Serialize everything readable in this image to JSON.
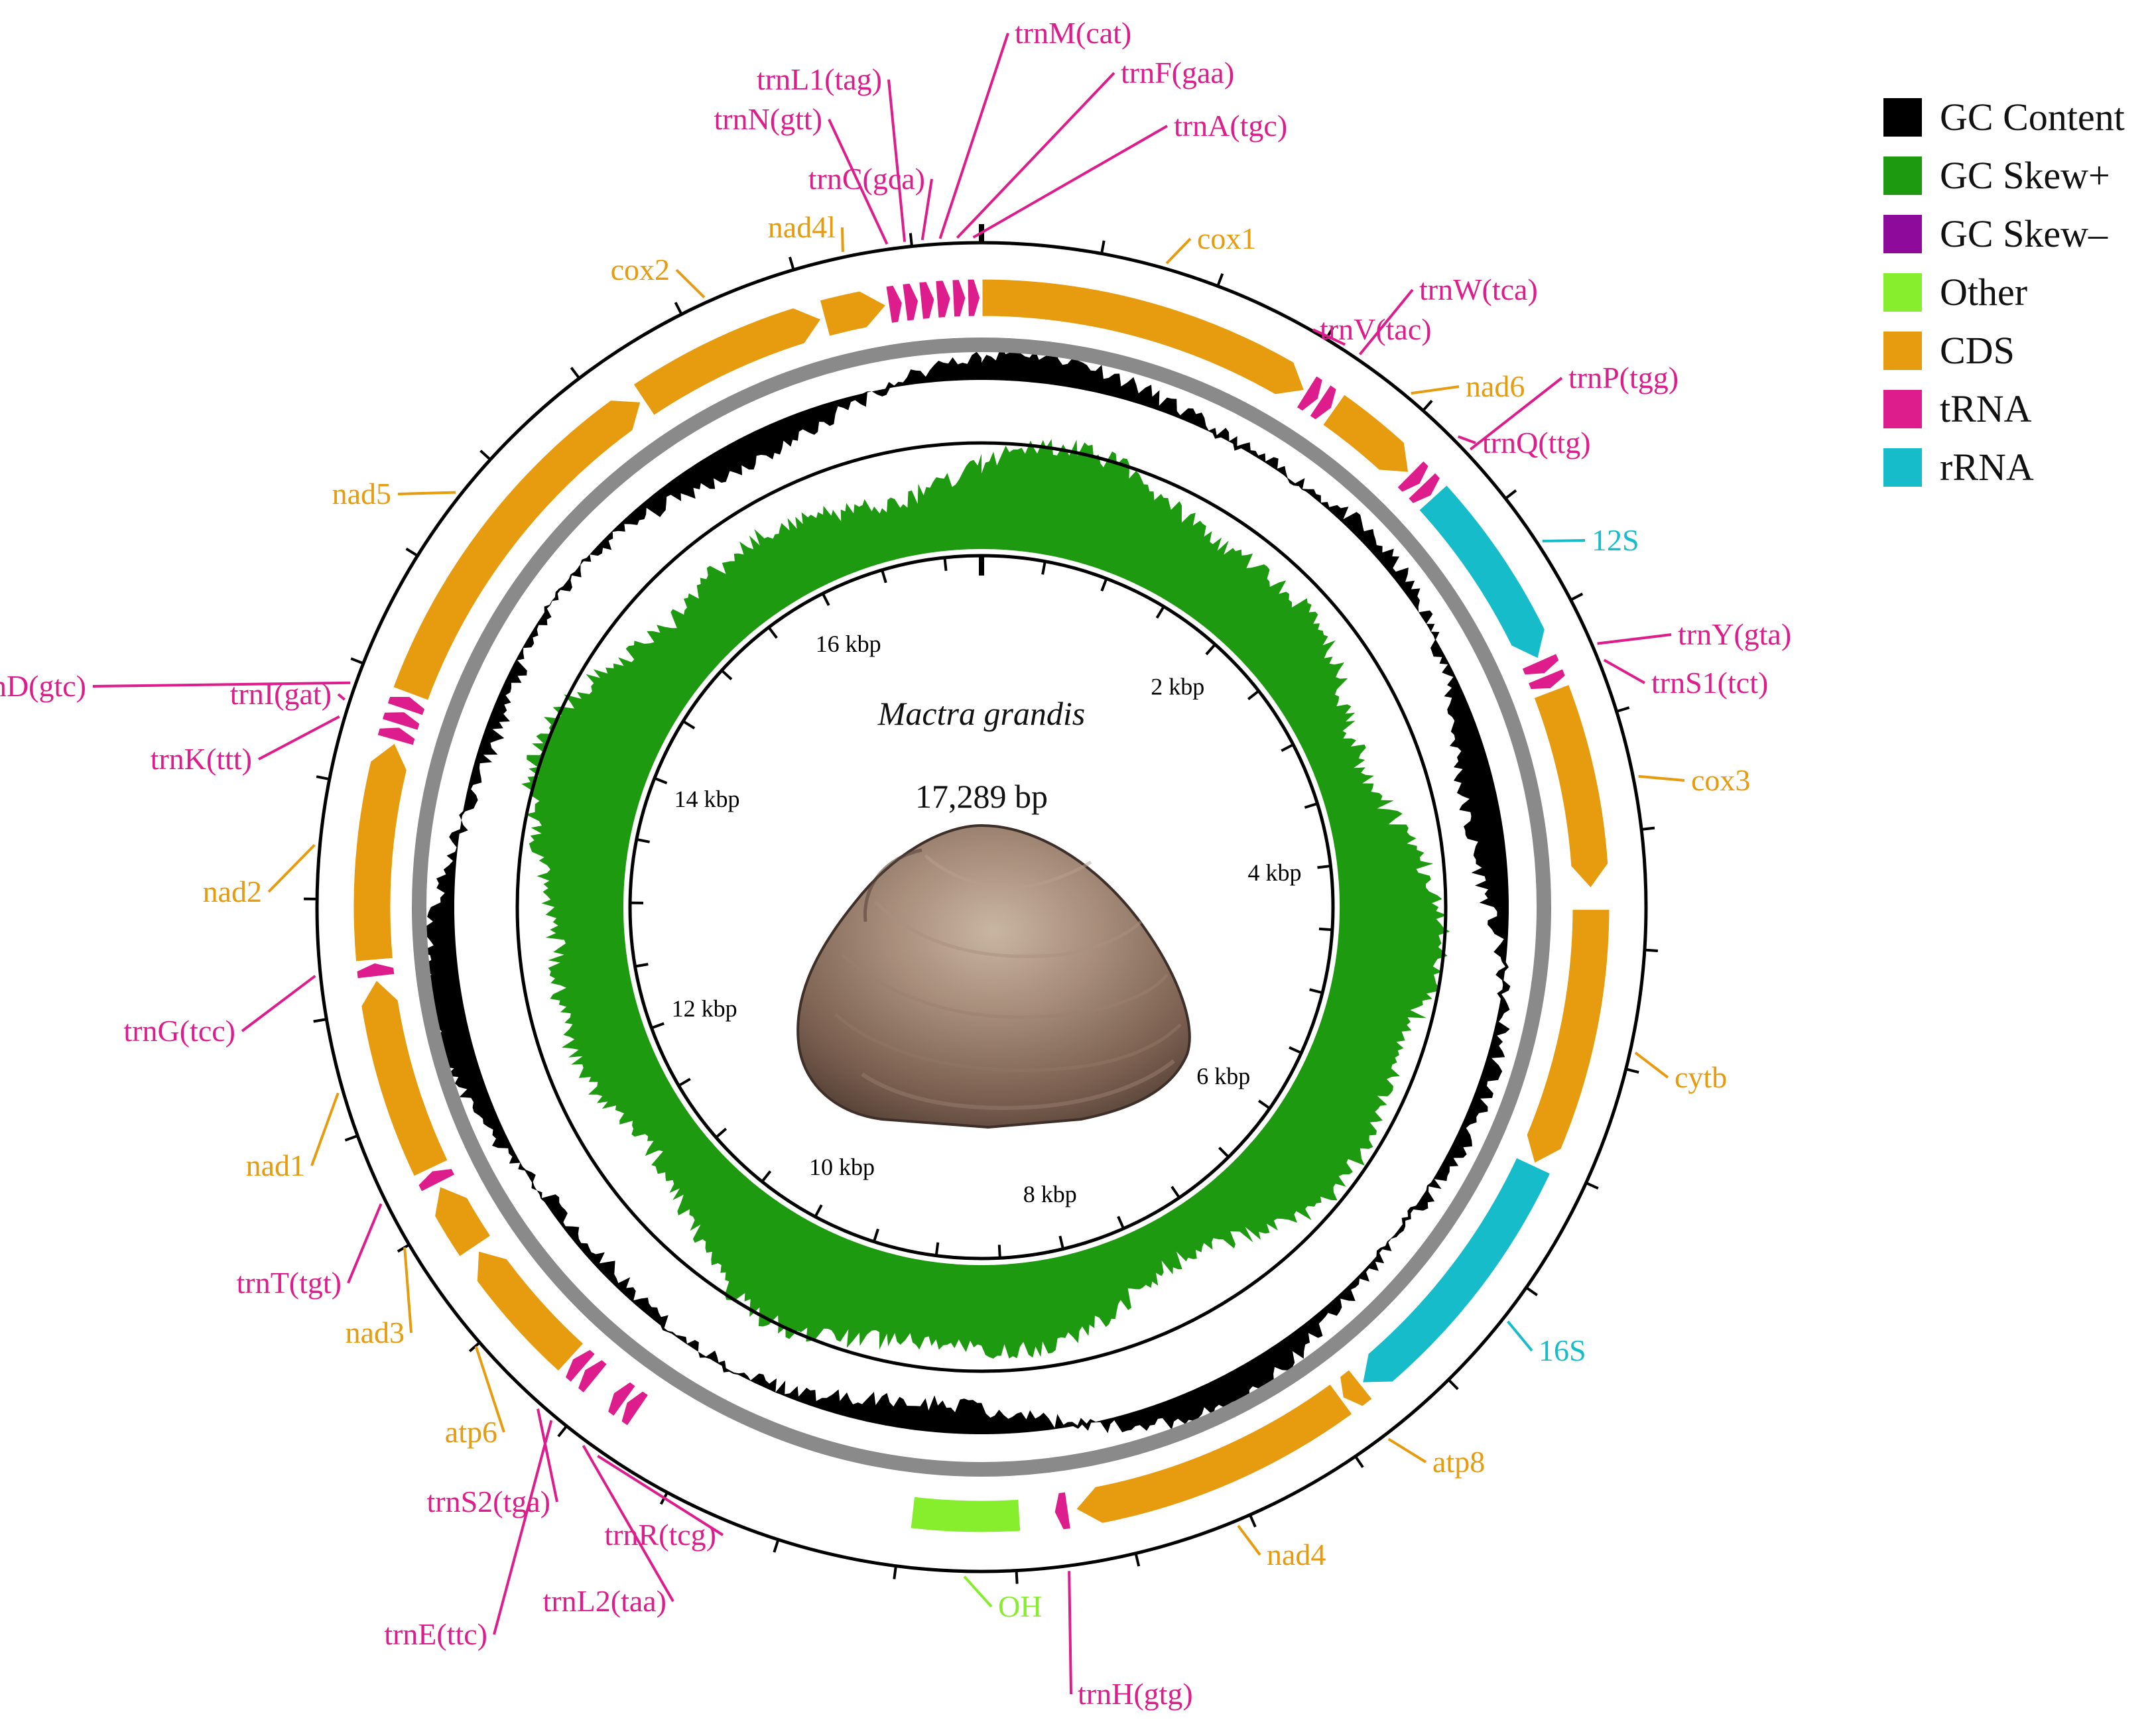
{
  "title": "Mactra grandis",
  "genome_length": "17,289 bp",
  "genome_bp": 17289,
  "colors": {
    "gc_content": "#000000",
    "gc_skew_plus": "#1e9a10",
    "gc_skew_minus": "#8e0a9a",
    "other": "#86ee2c",
    "cds": "#e79b0e",
    "trna": "#de1d8c",
    "rrna": "#17bcca",
    "backbone": "#8a8a8a"
  },
  "legend": [
    {
      "label": "GC Content",
      "color": "#000000"
    },
    {
      "label": "GC Skew+",
      "color": "#1e9a10"
    },
    {
      "label": "GC Skew–",
      "color": "#8e0a9a"
    },
    {
      "label": "Other",
      "color": "#86ee2c"
    },
    {
      "label": "CDS",
      "color": "#e79b0e"
    },
    {
      "label": "tRNA",
      "color": "#de1d8c"
    },
    {
      "label": "rRNA",
      "color": "#17bcca"
    }
  ],
  "kbp_labels": [
    "2 kbp",
    "4 kbp",
    "6 kbp",
    "8 kbp",
    "10 kbp",
    "12 kbp",
    "14 kbp",
    "16 kbp"
  ],
  "features": [
    {
      "label": "cox1",
      "type": "cds",
      "start": 0,
      "end": 1540
    },
    {
      "label": "trnV(tac)",
      "type": "trna",
      "start": 1545,
      "end": 1612
    },
    {
      "label": "trnW(tca)",
      "type": "trna",
      "start": 1618,
      "end": 1685
    },
    {
      "label": "nad6",
      "type": "cds",
      "start": 1692,
      "end": 2140
    },
    {
      "label": "trnQ(ttg)",
      "type": "trna",
      "start": 2145,
      "end": 2212
    },
    {
      "label": "trnP(tgg)",
      "type": "trna",
      "start": 2218,
      "end": 2285
    },
    {
      "label": "12S",
      "type": "rrna",
      "start": 2292,
      "end": 3170
    },
    {
      "label": "trnY(gta)",
      "type": "trna",
      "start": 3176,
      "end": 3243
    },
    {
      "label": "trnS1(tct)",
      "type": "trna",
      "start": 3249,
      "end": 3316
    },
    {
      "label": "cox3",
      "type": "cds",
      "start": 3323,
      "end": 4240
    },
    {
      "label": "cytb",
      "type": "cds",
      "start": 4330,
      "end": 5520
    },
    {
      "label": "16S",
      "type": "rrna",
      "start": 5525,
      "end": 6790
    },
    {
      "label": "atp8",
      "type": "cds",
      "start": 6795,
      "end": 6900
    },
    {
      "label": "nad4",
      "type": "cds",
      "start": 6905,
      "end": 8220
    },
    {
      "label": "trnH(gtg)",
      "type": "trna",
      "start": 8250,
      "end": 8317
    },
    {
      "label": "OH",
      "type": "other",
      "start": 8470,
      "end": 8960
    },
    {
      "label": "trnR(tcg)",
      "type": "trna",
      "start": 10290,
      "end": 10357
    },
    {
      "label": "trnL2(taa)",
      "type": "trna",
      "start": 10363,
      "end": 10430
    },
    {
      "label": "trnE(ttc)",
      "type": "trna",
      "start": 10530,
      "end": 10597
    },
    {
      "label": "trnS2(tga)",
      "type": "trna",
      "start": 10603,
      "end": 10670
    },
    {
      "label": "atp6",
      "type": "cds",
      "start": 10676,
      "end": 11320
    },
    {
      "label": "nad3",
      "type": "cds",
      "start": 11340,
      "end": 11660
    },
    {
      "label": "trnT(tgt)",
      "type": "trna",
      "start": 11670,
      "end": 11737
    },
    {
      "label": "nad1",
      "type": "cds",
      "start": 11745,
      "end": 12640
    },
    {
      "label": "trnG(tcc)",
      "type": "trna",
      "start": 12650,
      "end": 12717
    },
    {
      "label": "nad2",
      "type": "cds",
      "start": 12725,
      "end": 13720
    },
    {
      "label": "trnK(ttt)",
      "type": "trna",
      "start": 13727,
      "end": 13794
    },
    {
      "label": "trnI(gat)",
      "type": "trna",
      "start": 13800,
      "end": 13867
    },
    {
      "label": "trnD(gtc)",
      "type": "trna",
      "start": 13873,
      "end": 13940
    },
    {
      "label": "nad5",
      "type": "cds",
      "start": 13948,
      "end": 15660
    },
    {
      "label": "cox2",
      "type": "cds",
      "start": 15670,
      "end": 16560
    },
    {
      "label": "nad4l",
      "type": "cds",
      "start": 16570,
      "end": 16860
    },
    {
      "label": "trnN(gtt)",
      "type": "trna",
      "start": 16866,
      "end": 16933
    },
    {
      "label": "trnL1(tag)",
      "type": "trna",
      "start": 16939,
      "end": 17006
    },
    {
      "label": "trnC(gca)",
      "type": "trna",
      "start": 17012,
      "end": 17079
    },
    {
      "label": "trnM(cat)",
      "type": "trna",
      "start": 17085,
      "end": 17152
    },
    {
      "label": "trnF(gaa)",
      "type": "trna",
      "start": 17158,
      "end": 17220
    },
    {
      "label": "trnA(tgc)",
      "type": "trna",
      "start": 17225,
      "end": 17285
    }
  ]
}
